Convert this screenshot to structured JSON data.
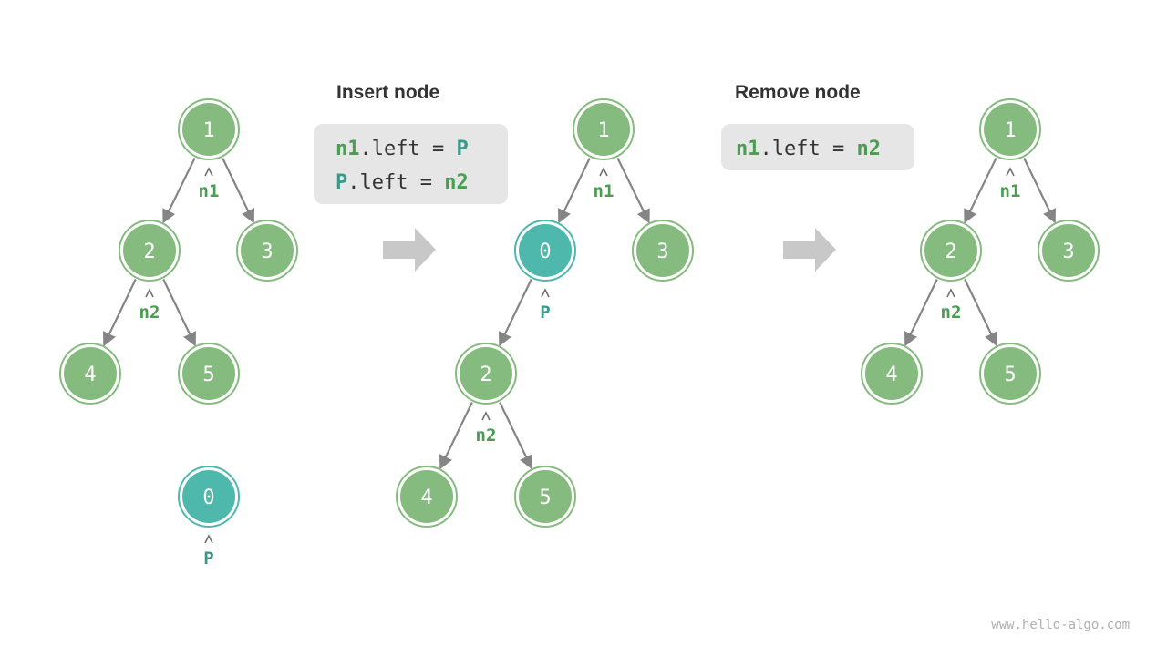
{
  "colors": {
    "node_fill": "#85bb7e",
    "node_ring": "#85bb7e",
    "new_node_fill": "#4fb8ad",
    "new_node_ring": "#4fb8ad",
    "edge": "#858585",
    "pointer_green": "#4a9d52",
    "pointer_teal": "#3a9a8a",
    "code_bg": "#e6e6e6",
    "arrow": "#c8c8c8"
  },
  "steps": {
    "insert": {
      "title": "Insert node",
      "line1": {
        "a": "n1",
        "b": ".left = ",
        "c": "P"
      },
      "line2": {
        "a": "P",
        "b": ".left = ",
        "c": "n2"
      }
    },
    "remove": {
      "title": "Remove node",
      "line1": {
        "a": "n1",
        "b": ".left = ",
        "c": "n2"
      }
    }
  },
  "trees": [
    {
      "id": "initial",
      "nodes": [
        {
          "id": "t1n1",
          "label": "1",
          "kind": "normal"
        },
        {
          "id": "t1n2",
          "label": "2",
          "kind": "normal"
        },
        {
          "id": "t1n3",
          "label": "3",
          "kind": "normal"
        },
        {
          "id": "t1n4",
          "label": "4",
          "kind": "normal"
        },
        {
          "id": "t1n5",
          "label": "5",
          "kind": "normal"
        },
        {
          "id": "t1n0",
          "label": "0",
          "kind": "new"
        }
      ],
      "edges": [
        [
          "t1n1",
          "t1n2"
        ],
        [
          "t1n1",
          "t1n3"
        ],
        [
          "t1n2",
          "t1n4"
        ],
        [
          "t1n2",
          "t1n5"
        ]
      ],
      "pointers": [
        {
          "node": "t1n1",
          "text": "n1",
          "color": "green"
        },
        {
          "node": "t1n2",
          "text": "n2",
          "color": "green"
        },
        {
          "node": "t1n0",
          "text": "P",
          "color": "teal"
        }
      ]
    },
    {
      "id": "after-insert",
      "nodes": [
        {
          "id": "t2n1",
          "label": "1",
          "kind": "normal"
        },
        {
          "id": "t2n0",
          "label": "0",
          "kind": "new"
        },
        {
          "id": "t2n3",
          "label": "3",
          "kind": "normal"
        },
        {
          "id": "t2n2",
          "label": "2",
          "kind": "normal"
        },
        {
          "id": "t2n4",
          "label": "4",
          "kind": "normal"
        },
        {
          "id": "t2n5",
          "label": "5",
          "kind": "normal"
        }
      ],
      "edges": [
        [
          "t2n1",
          "t2n0"
        ],
        [
          "t2n1",
          "t2n3"
        ],
        [
          "t2n0",
          "t2n2"
        ],
        [
          "t2n2",
          "t2n4"
        ],
        [
          "t2n2",
          "t2n5"
        ]
      ],
      "pointers": [
        {
          "node": "t2n1",
          "text": "n1",
          "color": "green"
        },
        {
          "node": "t2n0",
          "text": "P",
          "color": "teal"
        },
        {
          "node": "t2n2",
          "text": "n2",
          "color": "green"
        }
      ]
    },
    {
      "id": "after-remove",
      "nodes": [
        {
          "id": "t3n1",
          "label": "1",
          "kind": "normal"
        },
        {
          "id": "t3n2",
          "label": "2",
          "kind": "normal"
        },
        {
          "id": "t3n3",
          "label": "3",
          "kind": "normal"
        },
        {
          "id": "t3n4",
          "label": "4",
          "kind": "normal"
        },
        {
          "id": "t3n5",
          "label": "5",
          "kind": "normal"
        }
      ],
      "edges": [
        [
          "t3n1",
          "t3n2"
        ],
        [
          "t3n1",
          "t3n3"
        ],
        [
          "t3n2",
          "t3n4"
        ],
        [
          "t3n2",
          "t3n5"
        ]
      ],
      "pointers": [
        {
          "node": "t3n1",
          "text": "n1",
          "color": "green"
        },
        {
          "node": "t3n2",
          "text": "n2",
          "color": "green"
        }
      ]
    }
  ],
  "watermark": "www.hello-algo.com"
}
